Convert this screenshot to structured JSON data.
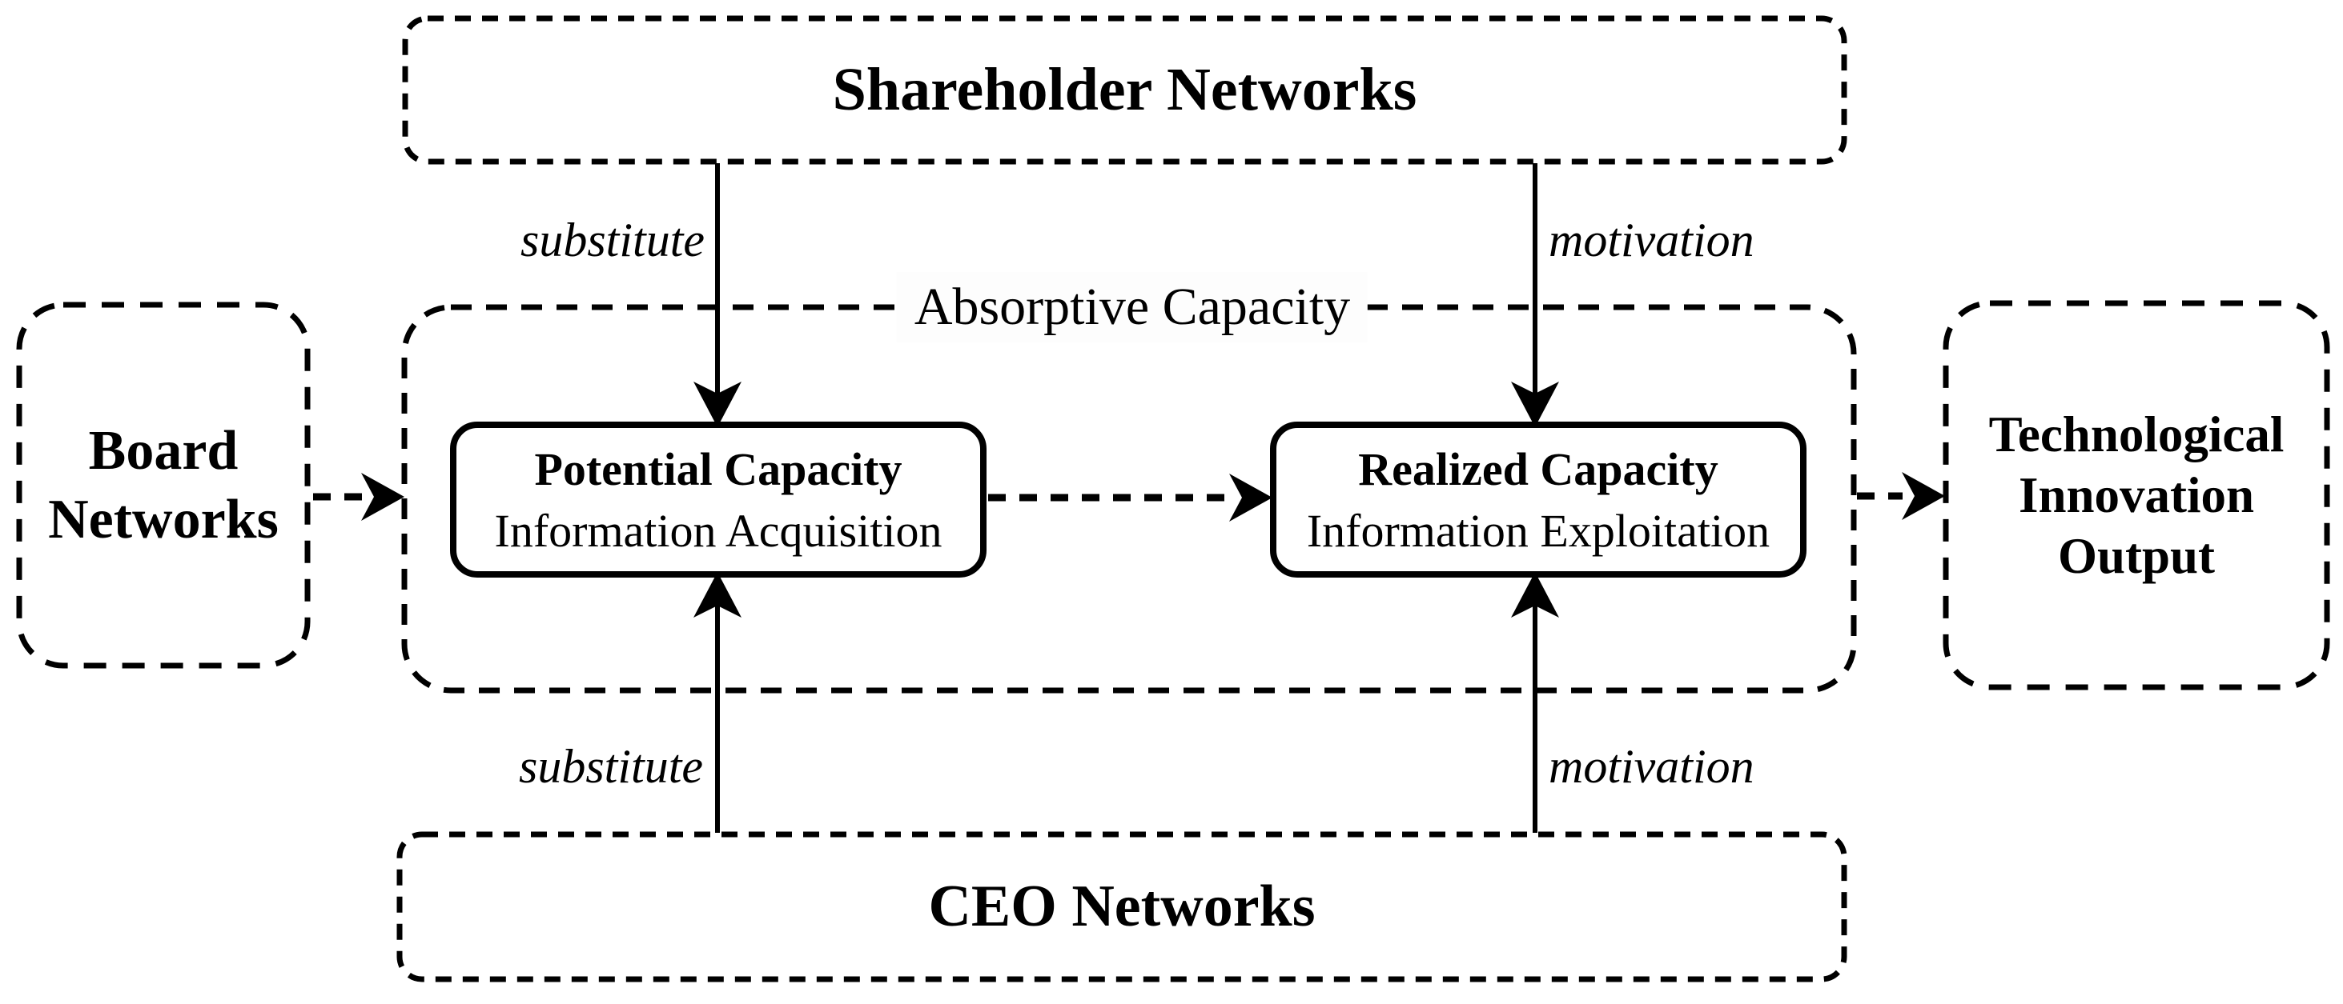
{
  "figure": {
    "type": "conceptual-framework-diagram",
    "colors": {
      "ink": "#000000",
      "background": "#ffffff"
    }
  },
  "nodes": {
    "shareholder_networks": {
      "label": "Shareholder Networks"
    },
    "board_networks": {
      "lines": [
        "Board",
        "Networks"
      ]
    },
    "absorptive_capacity": {
      "label": "Absorptive Capacity"
    },
    "potential_capacity": {
      "title": "Potential Capacity",
      "subtitle": "Information Acquisition"
    },
    "realized_capacity": {
      "title": "Realized Capacity",
      "subtitle": "Information Exploitation"
    },
    "technological_innovation_output": {
      "lines": [
        "Technological",
        "Innovation",
        "Output"
      ]
    },
    "ceo_networks": {
      "label": "CEO Networks"
    }
  },
  "edges": [
    {
      "from": "shareholder_networks",
      "to": "potential_capacity",
      "style": "solid",
      "label": "substitute"
    },
    {
      "from": "shareholder_networks",
      "to": "realized_capacity",
      "style": "solid",
      "label": "motivation"
    },
    {
      "from": "ceo_networks",
      "to": "potential_capacity",
      "style": "solid",
      "label": "substitute"
    },
    {
      "from": "ceo_networks",
      "to": "realized_capacity",
      "style": "solid",
      "label": "motivation"
    },
    {
      "from": "board_networks",
      "to": "absorptive_capacity",
      "style": "dashed",
      "label": ""
    },
    {
      "from": "potential_capacity",
      "to": "realized_capacity",
      "style": "dashed",
      "label": ""
    },
    {
      "from": "absorptive_capacity",
      "to": "technological_innovation_output",
      "style": "dashed",
      "label": ""
    }
  ]
}
